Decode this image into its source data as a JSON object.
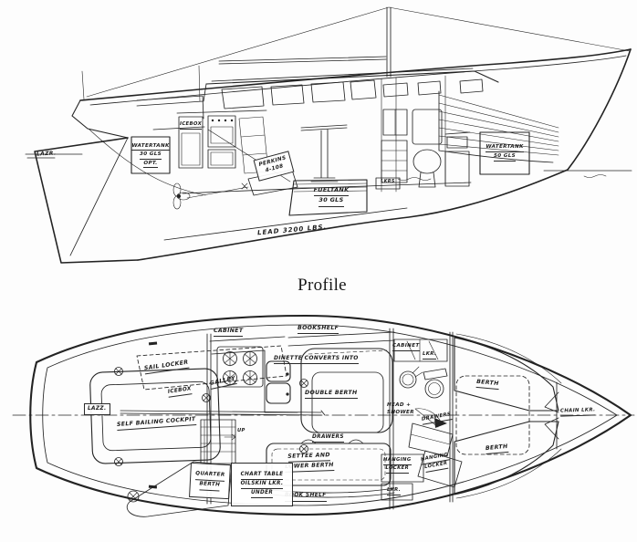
{
  "caption": "Profile",
  "colors": {
    "ink": "#232323",
    "paper": "#ffffff"
  },
  "profile_view": {
    "lazarette": "LAZR.",
    "watertank_aft": {
      "line1": "WATERTANK",
      "line2": "30 GLS",
      "line3": "OPT."
    },
    "icebox": "ICEBOX",
    "engine": {
      "line1": "PERKINS",
      "line2": "4-108"
    },
    "fueltank": {
      "line1": "FUELTANK",
      "line2": "30 GLS"
    },
    "ballast": "LEAD  3200 LBS.",
    "watertank_fwd": {
      "line1": "WATERTANK",
      "line2": "50 GLS"
    },
    "lockers": "LKRS"
  },
  "plan_view": {
    "lazarette": "LAZZ.",
    "sail_locker": "SAIL LOCKER",
    "self_bailing_cockpit": "SELF BAILING COCKPIT",
    "icebox": "ICEBOX",
    "galley": "GALLEY",
    "cabinet_galley": "CABINET",
    "bookshelf": "BOOKSHELF",
    "dinette": {
      "line1": "DINETTE CONVERTS INTO",
      "line2": "DOUBLE BERTH"
    },
    "cabinet_head": "CABINET",
    "locker_head": "LKR.",
    "head_shower": {
      "line1": "HEAD +",
      "line2": "SHOWER"
    },
    "drawers_head": "DRAWERS",
    "vberth_port": "BERTH",
    "vberth_stbd": "BERTH",
    "chain_locker": "CHAIN LKR.",
    "drawers_settee": "DRAWERS",
    "settee": {
      "line1": "SETTEE  AND",
      "line2": "LOWER BERTH"
    },
    "hanging_locker_aft": {
      "line1": "HANGING",
      "line2": "LOCKER"
    },
    "locker_aft": "LKR.",
    "hanging_locker_fwd": {
      "line1": "HANGING",
      "line2": "LOCKER"
    },
    "book_shelf": "BOOK SHELF",
    "quarter_berth": {
      "line1": "QUARTER",
      "line2": "BERTH"
    },
    "chart_table": {
      "line1": "CHART TABLE",
      "line2": "OILSKIN LKR.",
      "line3": "UNDER"
    },
    "companionway_up": "UP"
  }
}
